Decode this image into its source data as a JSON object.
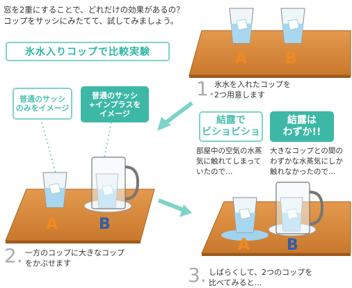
{
  "intro": {
    "line1": "窓を2重にすることで、どれだけの効果があるの？",
    "line2": "コップをサッシにみたてて、試してみましょう。"
  },
  "title": "氷水入りコップで比較実験",
  "step1": {
    "number": "1.",
    "line1": "氷水を入れたコップを",
    "line2": "2つ用意します"
  },
  "step2": {
    "number": "2.",
    "line1": "一方のコップに大きなコップ",
    "line2": "をかぶせます"
  },
  "step3": {
    "number": "3.",
    "line1": "しばらくして、2つのコップを",
    "line2": "比べてみると…"
  },
  "bubble_a": {
    "line1": "普通のサッシ",
    "line2": "のみをイメージ"
  },
  "bubble_b": {
    "line1": "普通のサッシ",
    "line2": "+インプラスを",
    "line3": "イメージ"
  },
  "result_a": {
    "head1": "結露で",
    "head2": "ビショビショ",
    "line1": "部屋中の空気の水蒸",
    "line2": "気に触れてしまって",
    "line3": "いたので…"
  },
  "result_b": {
    "head1": "結露は",
    "head2": "わずか!!",
    "line1": "大きなコップとの間の",
    "line2": "わずかな水蒸気にしか",
    "line3": "触れなかったので…"
  },
  "labels": {
    "a": "A",
    "b": "B"
  },
  "colors": {
    "accent": "#3db8a6",
    "table": "#d9893a",
    "letter": "#f08a1f",
    "letter_b": "#2f5fa8"
  }
}
